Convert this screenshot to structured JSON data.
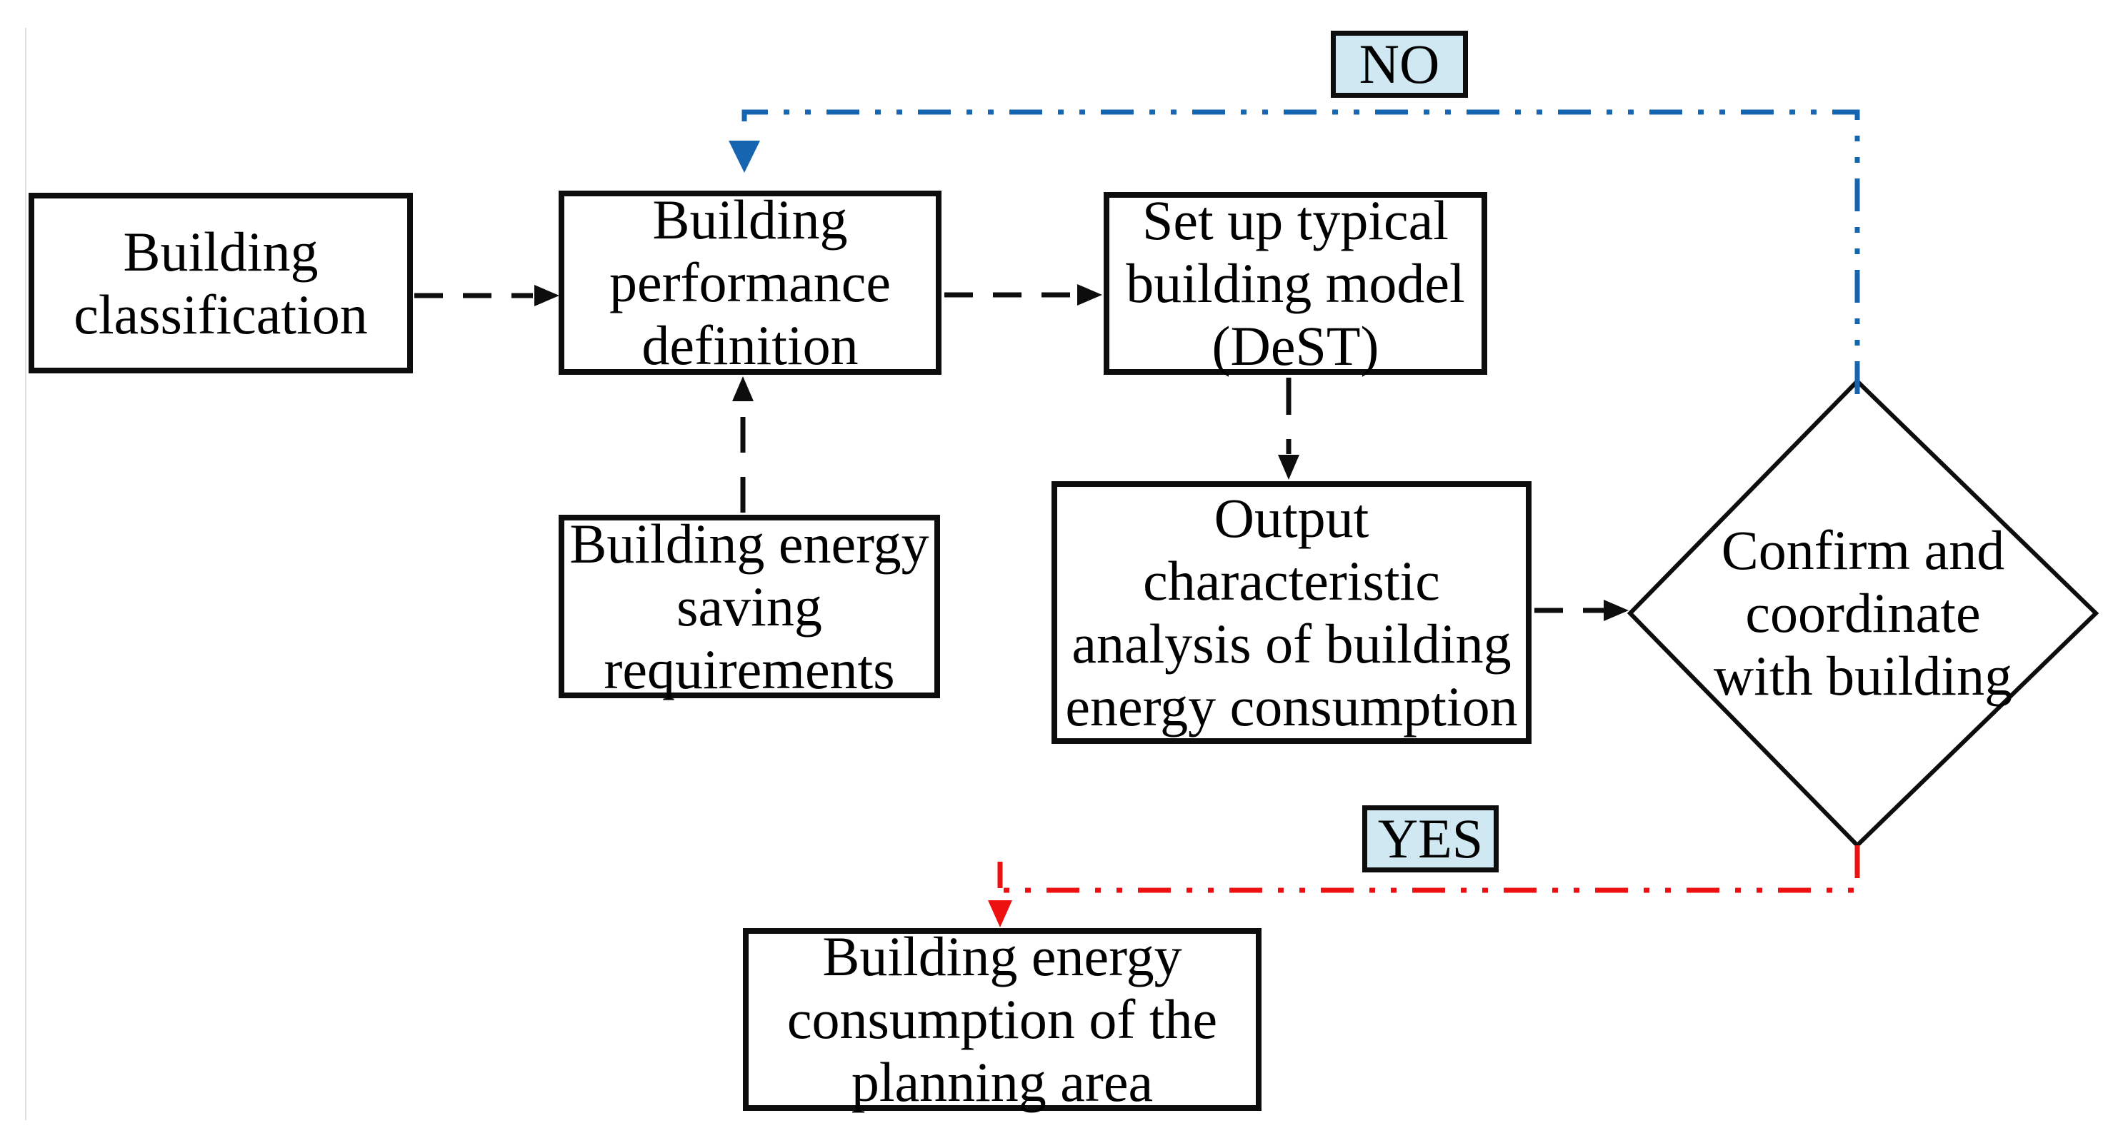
{
  "diagram": {
    "title": "Building energy consumption planning flowchart",
    "colors": {
      "ink": "#0d0d0d",
      "blue": "#1565b0",
      "red": "#ee1111",
      "fill": "#cfe8f1"
    },
    "nodes": {
      "building_classification": {
        "lines": [
          "Building",
          "classification"
        ]
      },
      "building_performance_definition": {
        "lines": [
          "Building",
          "performance",
          "definition"
        ]
      },
      "set_up_typical_building_model": {
        "lines": [
          "Set up typical",
          "building model",
          "(DeST)"
        ]
      },
      "building_energy_saving_requirements": {
        "lines": [
          "Building energy",
          "saving",
          "requirements"
        ]
      },
      "output_characteristic_analysis": {
        "lines": [
          "Output",
          "characteristic",
          "analysis of building",
          "energy consumption"
        ]
      },
      "confirm_and_coordinate": {
        "lines": [
          "Confirm and",
          "coordinate",
          "with building"
        ]
      },
      "building_energy_consumption_planning_area": {
        "lines": [
          "Building energy",
          "consumption of the",
          "planning area"
        ]
      }
    },
    "branch_labels": {
      "no": "NO",
      "yes": "YES"
    }
  }
}
